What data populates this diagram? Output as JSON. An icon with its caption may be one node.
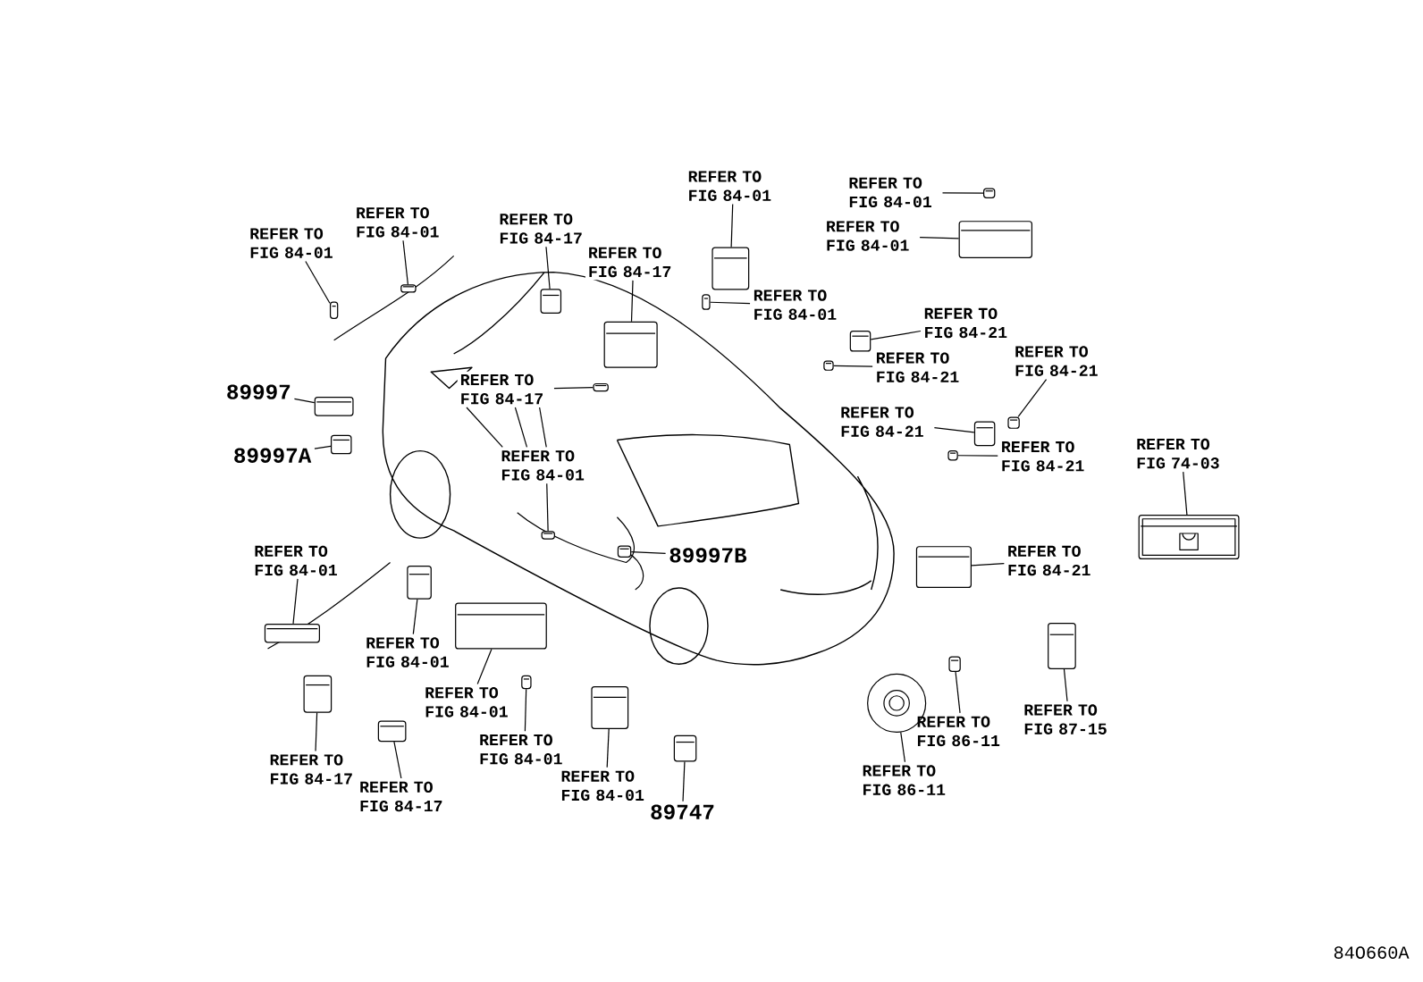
{
  "diagram": {
    "nodes": [
      {
        "text": [
          "REFER TO FIG 84-01"
        ]
      },
      {
        "text": [],
        "shape": "picture"
      },
      {
        "text": [
          "REFER TO FIG 84-01"
        ]
      },
      {
        "text": [],
        "shape": "picture"
      },
      {
        "text": [
          "REFER TO FIG 84-17"
        ]
      },
      {
        "text": [],
        "shape": "picture"
      },
      {
        "text": [
          "REFER TO FIG 84-17"
        ]
      },
      {
        "text": [],
        "shape": "picture"
      },
      {
        "text": [
          "REFER TO FIG 84-01"
        ]
      },
      {
        "text": [],
        "shape": "picture"
      },
      {
        "text": [
          "REFER TO FIG 84-01"
        ]
      },
      {
        "text": [],
        "shape": "picture"
      },
      {
        "text": [
          "REFER TO FIG 84-01"
        ]
      },
      {
        "text": [],
        "shape": "picture"
      },
      {
        "text": [
          "REFER TO FIG 84-01"
        ]
      },
      {
        "text": [],
        "shape": "picture"
      },
      {
        "text": [
          "REFER TO FIG 84-21"
        ]
      },
      {
        "text": [],
        "shape": "picture"
      },
      {
        "text": [
          "REFER TO FIG 84-21"
        ]
      },
      {
        "text": [],
        "shape": "picture"
      },
      {
        "text": [
          "REFER TO FIG 84-21"
        ]
      },
      {
        "text": [],
        "shape": "picture"
      },
      {
        "text": [
          "REFER TO FIG 84-21"
        ]
      },
      {
        "text": [],
        "shape": "picture"
      },
      {
        "text": [
          "REFER TO FIG 84-21"
        ]
      },
      {
        "text": [],
        "shape": "picture"
      },
      {
        "text": [
          "89997"
        ]
      },
      {
        "text": [],
        "shape": "picture"
      },
      {
        "text": [
          "89997A"
        ]
      },
      {
        "text": [],
        "shape": "picture"
      },
      {
        "text": [
          "REFER TO FIG 84-17"
        ]
      },
      {
        "text": [],
        "shape": "picture"
      },
      {
        "text": [
          "REFER TO FIG 84-01"
        ]
      },
      {
        "text": [],
        "shape": "picture"
      },
      {
        "text": [
          "89997B"
        ]
      },
      {
        "text": [],
        "shape": "picture"
      },
      {
        "text": [
          "REFER TO FIG 84-01"
        ]
      },
      {
        "text": [],
        "shape": "picture"
      },
      {
        "text": [
          "REFER TO FIG 84-01"
        ]
      },
      {
        "text": [],
        "shape": "picture"
      },
      {
        "text": [
          "REFER TO FIG 84-17"
        ]
      },
      {
        "text": [],
        "shape": "picture"
      },
      {
        "text": [
          "REFER TO FIG 84-17"
        ]
      },
      {
        "text": [],
        "shape": "picture"
      },
      {
        "text": [
          "REFER TO FIG 84-01"
        ]
      },
      {
        "text": [],
        "shape": "picture"
      },
      {
        "text": [
          "REFER TO FIG 84-01"
        ]
      },
      {
        "text": [],
        "shape": "picture"
      },
      {
        "text": [
          "REFER TO FIG 84-01"
        ]
      },
      {
        "text": [],
        "shape": "picture"
      },
      {
        "text": [
          "89747"
        ]
      },
      {
        "text": [],
        "shape": "picture"
      },
      {
        "text": [
          "REFER TO FIG 84-21"
        ]
      },
      {
        "text": [],
        "shape": "picture"
      },
      {
        "text": [
          "REFER TO FIG 86-11"
        ]
      },
      {
        "text": [],
        "shape": "picture"
      },
      {
        "text": [
          "REFER TO FIG 86-11"
        ]
      },
      {
        "text": [],
        "shape": "circle"
      },
      {
        "text": [
          "REFER TO FIG 87-15"
        ]
      },
      {
        "text": [],
        "shape": "picture"
      },
      {
        "text": [
          "REFER TO FIG 74-03"
        ]
      },
      {
        "text": [],
        "shape": "picture"
      }
    ],
    "edges": [
      {
        "from": 0,
        "to": 1,
        "arrow": "none"
      },
      {
        "from": 2,
        "to": 3,
        "arrow": "none"
      },
      {
        "from": 4,
        "to": 5,
        "arrow": "none"
      },
      {
        "from": 6,
        "to": 7,
        "arrow": "none"
      },
      {
        "from": 8,
        "to": 9,
        "arrow": "none"
      },
      {
        "from": 10,
        "to": 11,
        "arrow": "none"
      },
      {
        "from": 12,
        "to": 13,
        "arrow": "none"
      },
      {
        "from": 14,
        "to": 15,
        "arrow": "none"
      },
      {
        "from": 16,
        "to": 17,
        "arrow": "none"
      },
      {
        "from": 18,
        "to": 19,
        "arrow": "none"
      },
      {
        "from": 20,
        "to": 21,
        "arrow": "none"
      },
      {
        "from": 22,
        "to": 23,
        "arrow": "none"
      },
      {
        "from": 24,
        "to": 25,
        "arrow": "none"
      },
      {
        "from": 26,
        "to": 27,
        "arrow": "none"
      },
      {
        "from": 28,
        "to": 29,
        "arrow": "none"
      },
      {
        "from": 30,
        "to": 31,
        "arrow": "none"
      },
      {
        "from": 30,
        "to": 32,
        "arrow": "none"
      },
      {
        "from": 30,
        "to": 32,
        "arrow": "none"
      },
      {
        "from": 30,
        "to": 32,
        "arrow": "none"
      },
      {
        "from": 32,
        "to": 33,
        "arrow": "none"
      },
      {
        "from": 34,
        "to": 35,
        "arrow": "none"
      },
      {
        "from": 36,
        "to": 37,
        "arrow": "none"
      },
      {
        "from": 38,
        "to": 39,
        "arrow": "none"
      },
      {
        "from": 40,
        "to": 41,
        "arrow": "none"
      },
      {
        "from": 42,
        "to": 43,
        "arrow": "none"
      },
      {
        "from": 44,
        "to": 45,
        "arrow": "none"
      },
      {
        "from": 46,
        "to": 47,
        "arrow": "none"
      },
      {
        "from": 48,
        "to": 49,
        "arrow": "none"
      },
      {
        "from": 50,
        "to": 51,
        "arrow": "none"
      },
      {
        "from": 52,
        "to": 53,
        "arrow": "none"
      },
      {
        "from": 54,
        "to": 55,
        "arrow": "none"
      },
      {
        "from": 56,
        "to": 57,
        "arrow": "none"
      },
      {
        "from": 58,
        "to": 59,
        "arrow": "none"
      },
      {
        "from": 60,
        "to": 61,
        "arrow": "none"
      }
    ],
    "labels": [
      "84O660A"
    ]
  }
}
